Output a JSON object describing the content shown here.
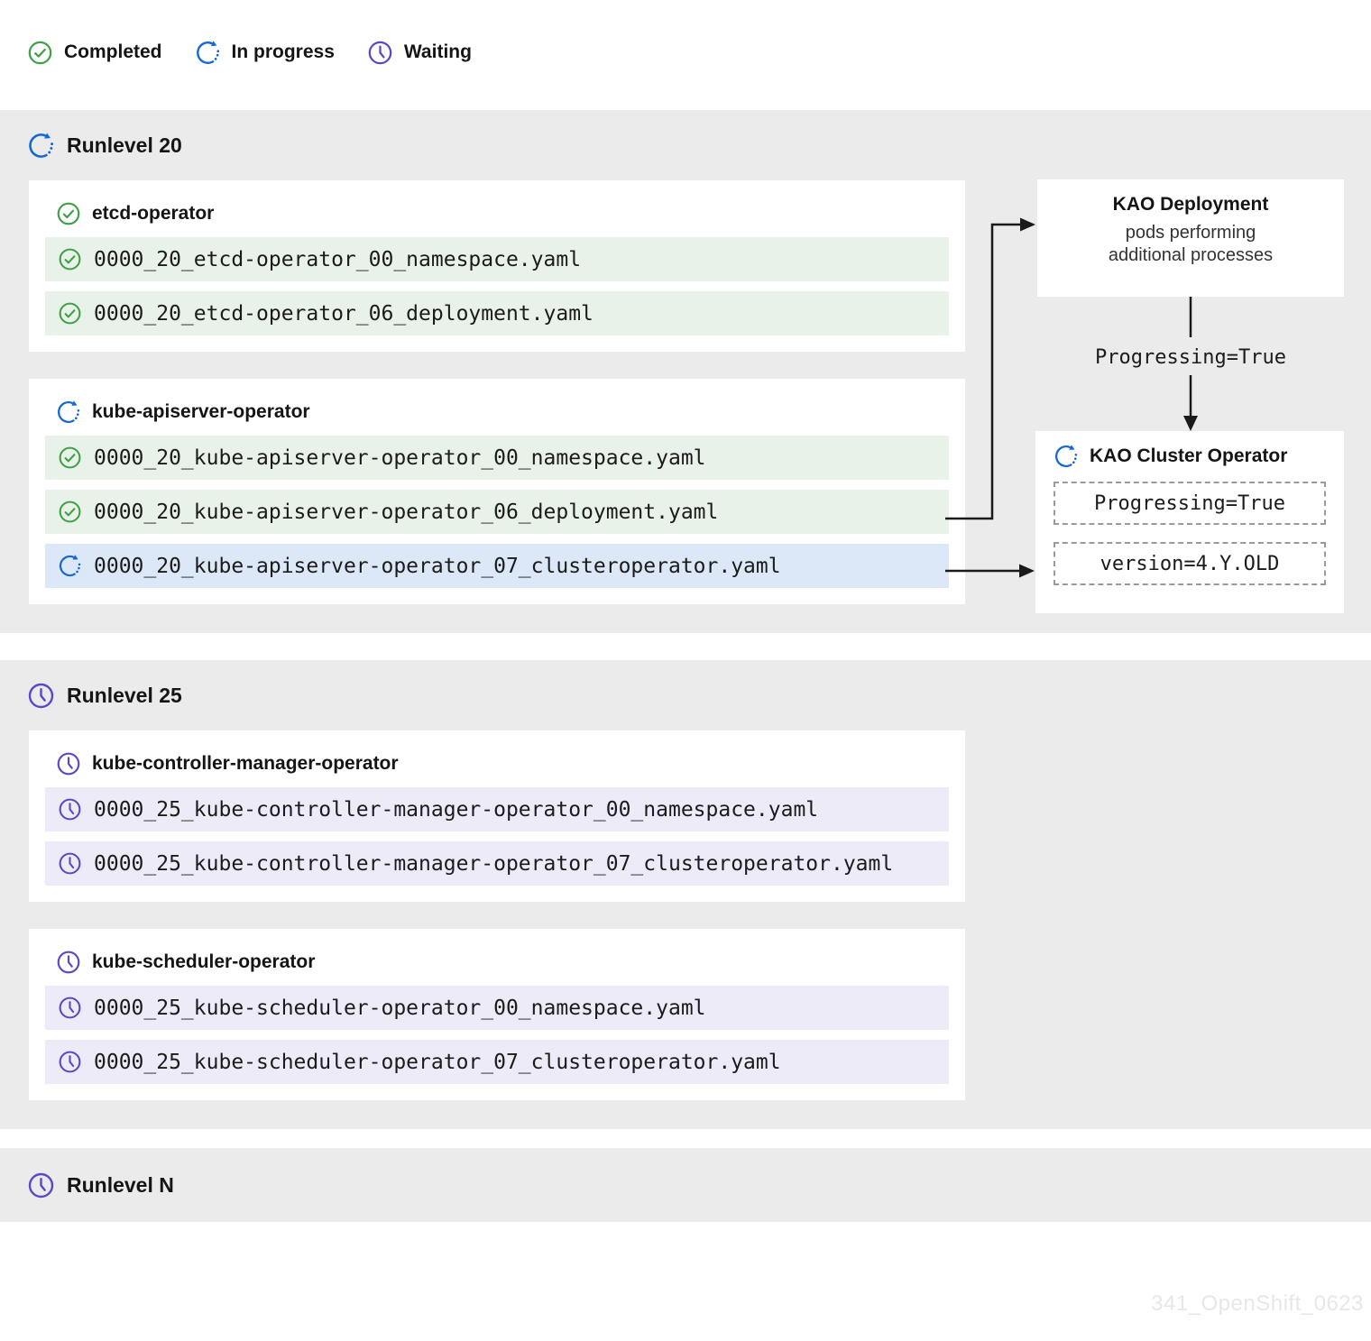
{
  "legend": {
    "items": [
      {
        "label": "Completed",
        "status": "completed"
      },
      {
        "label": "In progress",
        "status": "in-progress"
      },
      {
        "label": "Waiting",
        "status": "waiting"
      }
    ]
  },
  "runlevels": [
    {
      "title": "Runlevel 20",
      "status": "in-progress",
      "operators": [
        {
          "name": "etcd-operator",
          "status": "completed",
          "files": [
            {
              "name": "0000_20_etcd-operator_00_namespace.yaml",
              "status": "completed"
            },
            {
              "name": "0000_20_etcd-operator_06_deployment.yaml",
              "status": "completed"
            }
          ]
        },
        {
          "name": "kube-apiserver-operator",
          "status": "in-progress",
          "files": [
            {
              "name": "0000_20_kube-apiserver-operator_00_namespace.yaml",
              "status": "completed"
            },
            {
              "name": "0000_20_kube-apiserver-operator_06_deployment.yaml",
              "status": "completed"
            },
            {
              "name": "0000_20_kube-apiserver-operator_07_clusteroperator.yaml",
              "status": "in-progress"
            }
          ]
        }
      ]
    },
    {
      "title": "Runlevel 25",
      "status": "waiting",
      "operators": [
        {
          "name": "kube-controller-manager-operator",
          "status": "waiting",
          "files": [
            {
              "name": "0000_25_kube-controller-manager-operator_00_namespace.yaml",
              "status": "waiting"
            },
            {
              "name": "0000_25_kube-controller-manager-operator_07_clusteroperator.yaml",
              "status": "waiting"
            }
          ]
        },
        {
          "name": "kube-scheduler-operator",
          "status": "waiting",
          "files": [
            {
              "name": "0000_25_kube-scheduler-operator_00_namespace.yaml",
              "status": "waiting"
            },
            {
              "name": "0000_25_kube-scheduler-operator_07_clusteroperator.yaml",
              "status": "waiting"
            }
          ]
        }
      ]
    },
    {
      "title": "Runlevel N",
      "status": "waiting",
      "operators": []
    }
  ],
  "kao_deployment": {
    "title": "KAO Deployment",
    "subtitle_line1": "pods performing",
    "subtitle_line2": "additional processes"
  },
  "flow": {
    "progressing_label": "Progressing=True"
  },
  "kao_cluster_operator": {
    "title": "KAO Cluster Operator",
    "status": "in-progress",
    "conditions": [
      "Progressing=True",
      "version=4.Y.OLD"
    ]
  },
  "watermark": "341_OpenShift_0623",
  "colors": {
    "section_background": "#ebebeb",
    "completed_green": "#3fa047",
    "completed_row_background": "#e9f2e8",
    "in_progress_blue": "#1567d3",
    "in_progress_row_background": "#dce8f8",
    "waiting_purple": "#5c47c9",
    "waiting_row_background": "#edebf7",
    "arrow_black": "#1a1a1a",
    "text": "#151515"
  }
}
